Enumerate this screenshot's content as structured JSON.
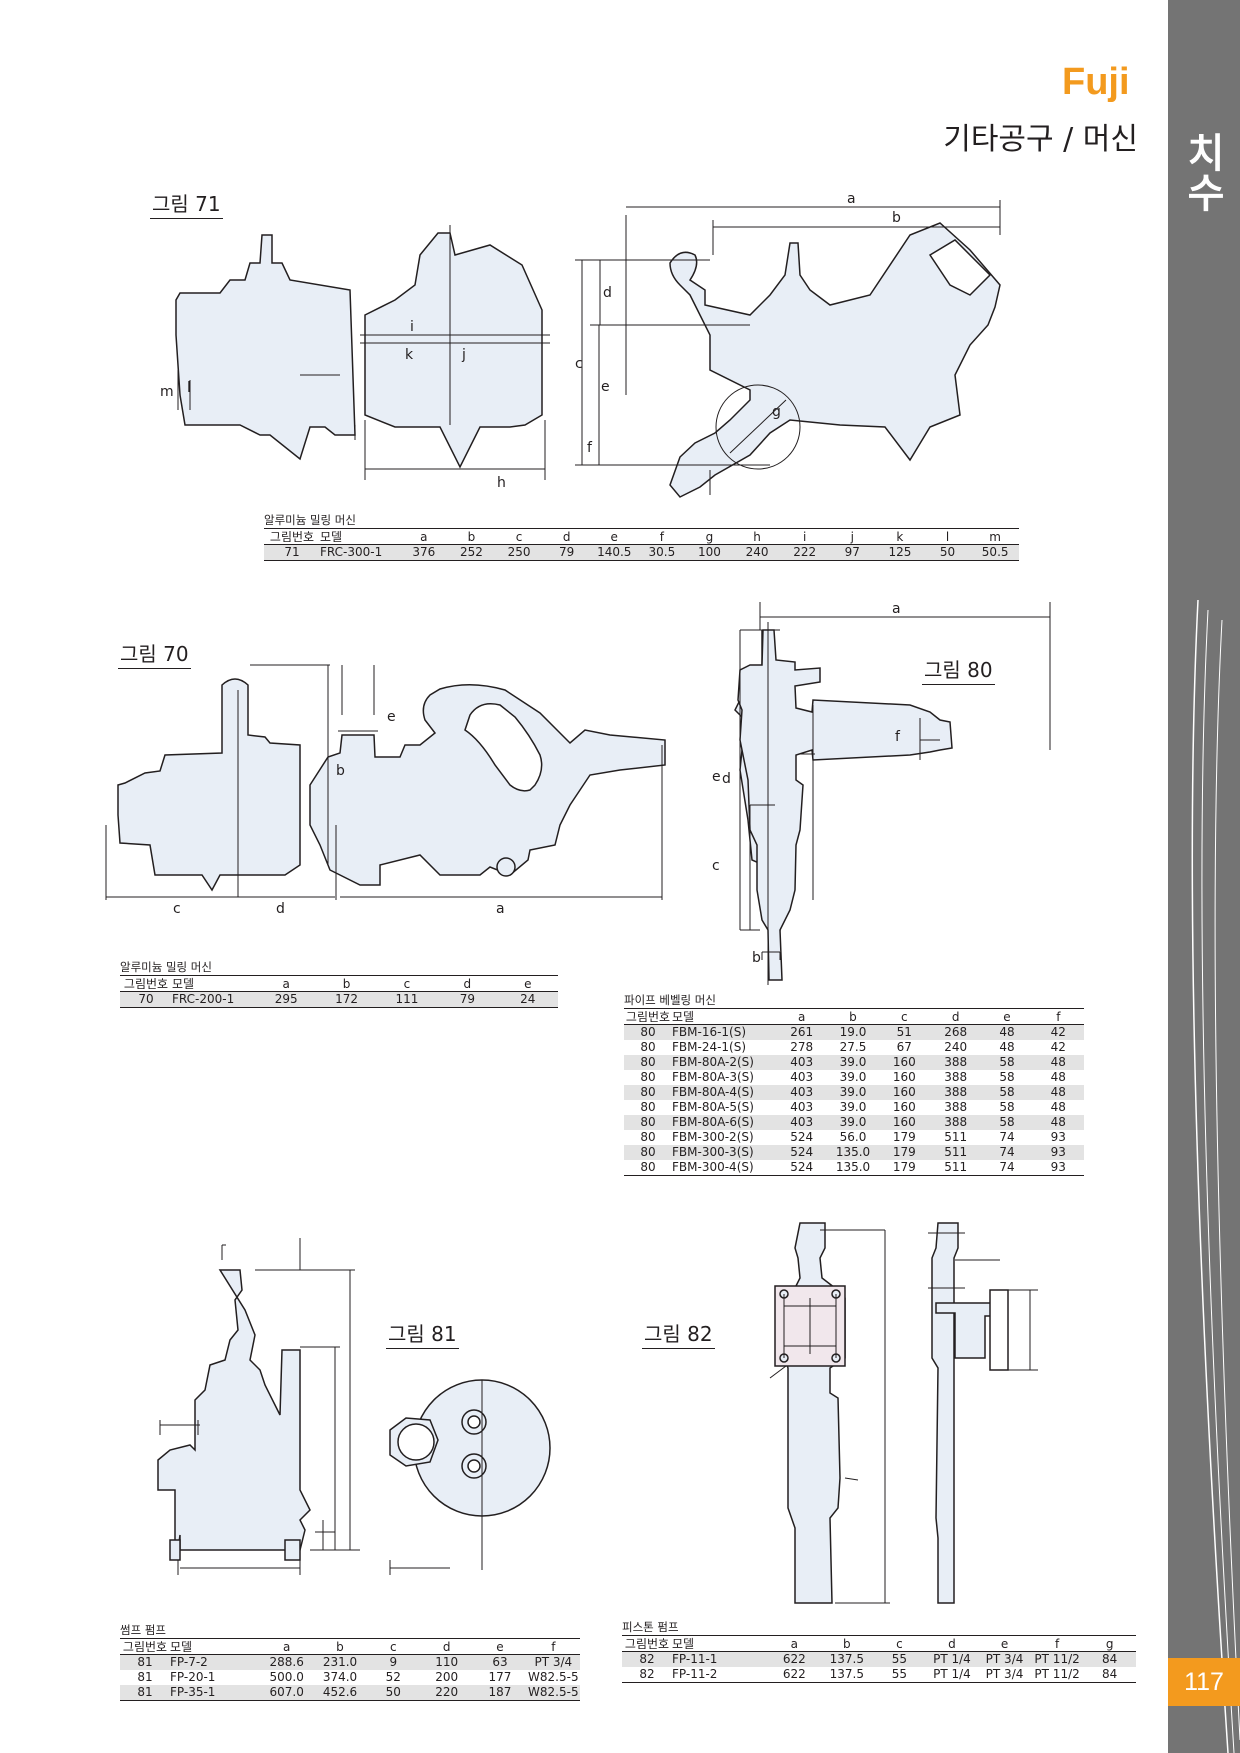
{
  "header": {
    "brand": "Fuji",
    "title": "기타공구 / 머신"
  },
  "sidebar": {
    "title": "치수"
  },
  "page_number": "117",
  "colors": {
    "brand_orange": "#f39a1e",
    "sidebar_gray": "#747474",
    "figure_fill": "#e8eef6",
    "row_shade": "#e3e3e3"
  },
  "figures": {
    "fig71": {
      "label": "그림 71",
      "dims": [
        "a",
        "b",
        "c",
        "d",
        "e",
        "f",
        "g",
        "h",
        "i",
        "j",
        "k",
        "l",
        "m"
      ]
    },
    "fig70": {
      "label": "그림 70",
      "dims": [
        "a",
        "b",
        "c",
        "d",
        "e"
      ]
    },
    "fig80": {
      "label": "그림 80",
      "dims": [
        "a",
        "b",
        "c",
        "d",
        "e",
        "f"
      ]
    },
    "fig81": {
      "label": "그림 81"
    },
    "fig82": {
      "label": "그림 82"
    }
  },
  "tables": {
    "frc300": {
      "caption": "알루미늄 밀링 머신",
      "headers": [
        "그림번호",
        "모델",
        "a",
        "b",
        "c",
        "d",
        "e",
        "f",
        "g",
        "h",
        "i",
        "j",
        "k",
        "l",
        "m"
      ],
      "rows": [
        [
          "71",
          "FRC-300-1",
          "376",
          "252",
          "250",
          "79",
          "140.5",
          "30.5",
          "100",
          "240",
          "222",
          "97",
          "125",
          "50",
          "50.5"
        ]
      ]
    },
    "frc200": {
      "caption": "알루미늄 밀링 머신",
      "headers": [
        "그림번호",
        "모델",
        "a",
        "b",
        "c",
        "d",
        "e"
      ],
      "rows": [
        [
          "70",
          "FRC-200-1",
          "295",
          "172",
          "111",
          "79",
          "24"
        ]
      ]
    },
    "fbm": {
      "caption": "파이프 베벨링 머신",
      "headers": [
        "그림번호",
        "모델",
        "a",
        "b",
        "c",
        "d",
        "e",
        "f"
      ],
      "rows": [
        [
          "80",
          "FBM-16-1(S)",
          "261",
          "19.0",
          "51",
          "268",
          "48",
          "42"
        ],
        [
          "80",
          "FBM-24-1(S)",
          "278",
          "27.5",
          "67",
          "240",
          "48",
          "42"
        ],
        [
          "80",
          "FBM-80A-2(S)",
          "403",
          "39.0",
          "160",
          "388",
          "58",
          "48"
        ],
        [
          "80",
          "FBM-80A-3(S)",
          "403",
          "39.0",
          "160",
          "388",
          "58",
          "48"
        ],
        [
          "80",
          "FBM-80A-4(S)",
          "403",
          "39.0",
          "160",
          "388",
          "58",
          "48"
        ],
        [
          "80",
          "FBM-80A-5(S)",
          "403",
          "39.0",
          "160",
          "388",
          "58",
          "48"
        ],
        [
          "80",
          "FBM-80A-6(S)",
          "403",
          "39.0",
          "160",
          "388",
          "58",
          "48"
        ],
        [
          "80",
          "FBM-300-2(S)",
          "524",
          "56.0",
          "179",
          "511",
          "74",
          "93"
        ],
        [
          "80",
          "FBM-300-3(S)",
          "524",
          "135.0",
          "179",
          "511",
          "74",
          "93"
        ],
        [
          "80",
          "FBM-300-4(S)",
          "524",
          "135.0",
          "179",
          "511",
          "74",
          "93"
        ]
      ]
    },
    "fp_sump": {
      "caption": "썸프 펌프",
      "headers": [
        "그림번호",
        "모델",
        "a",
        "b",
        "c",
        "d",
        "e",
        "f"
      ],
      "rows": [
        [
          "81",
          "FP-7-2",
          "288.6",
          "231.0",
          "9",
          "110",
          "63",
          "PT 3/4"
        ],
        [
          "81",
          "FP-20-1",
          "500.0",
          "374.0",
          "52",
          "200",
          "177",
          "W82.5-5"
        ],
        [
          "81",
          "FP-35-1",
          "607.0",
          "452.6",
          "50",
          "220",
          "187",
          "W82.5-5"
        ]
      ]
    },
    "fp_piston": {
      "caption": "피스톤 펌프",
      "headers": [
        "그림번호",
        "모델",
        "a",
        "b",
        "c",
        "d",
        "e",
        "f",
        "g"
      ],
      "rows": [
        [
          "82",
          "FP-11-1",
          "622",
          "137.5",
          "55",
          "PT 1/4",
          "PT 3/4",
          "PT 11/2",
          "84"
        ],
        [
          "82",
          "FP-11-2",
          "622",
          "137.5",
          "55",
          "PT 1/4",
          "PT 3/4",
          "PT 11/2",
          "84"
        ]
      ]
    }
  }
}
